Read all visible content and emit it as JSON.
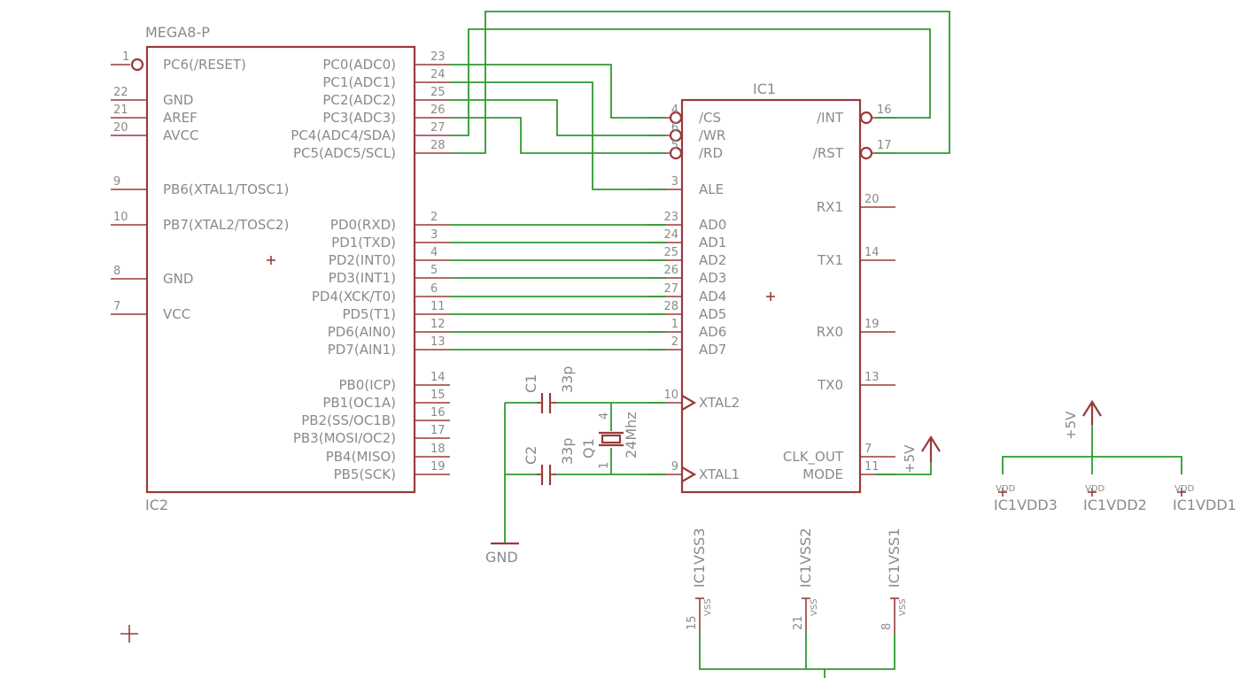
{
  "ic2": {
    "type": "MEGA8-P",
    "name": "IC2",
    "left": [
      {
        "num": "1",
        "label": "PC6(/RESET)",
        "dot": true
      },
      {
        "num": "22",
        "label": "GND"
      },
      {
        "num": "21",
        "label": "AREF"
      },
      {
        "num": "20",
        "label": "AVCC"
      },
      {
        "num": "9",
        "label": "PB6(XTAL1/TOSC1)"
      },
      {
        "num": "10",
        "label": "PB7(XTAL2/TOSC2)"
      },
      {
        "num": "8",
        "label": "GND"
      },
      {
        "num": "7",
        "label": "VCC"
      }
    ],
    "right": [
      {
        "num": "23",
        "label": "PC0(ADC0)"
      },
      {
        "num": "24",
        "label": "PC1(ADC1)"
      },
      {
        "num": "25",
        "label": "PC2(ADC2)"
      },
      {
        "num": "26",
        "label": "PC3(ADC3)"
      },
      {
        "num": "27",
        "label": "PC4(ADC4/SDA)"
      },
      {
        "num": "28",
        "label": "PC5(ADC5/SCL)"
      },
      {
        "num": "2",
        "label": "PD0(RXD)"
      },
      {
        "num": "3",
        "label": "PD1(TXD)"
      },
      {
        "num": "4",
        "label": "PD2(INT0)"
      },
      {
        "num": "5",
        "label": "PD3(INT1)"
      },
      {
        "num": "6",
        "label": "PD4(XCK/T0)"
      },
      {
        "num": "11",
        "label": "PD5(T1)"
      },
      {
        "num": "12",
        "label": "PD6(AIN0)"
      },
      {
        "num": "13",
        "label": "PD7(AIN1)"
      },
      {
        "num": "14",
        "label": "PB0(ICP)"
      },
      {
        "num": "15",
        "label": "PB1(OC1A)"
      },
      {
        "num": "16",
        "label": "PB2(SS/OC1B)"
      },
      {
        "num": "17",
        "label": "PB3(MOSI/OC2)"
      },
      {
        "num": "18",
        "label": "PB4(MISO)"
      },
      {
        "num": "19",
        "label": "PB5(SCK)"
      }
    ]
  },
  "ic1": {
    "name": "IC1",
    "left": [
      {
        "num": "4",
        "label": "/CS",
        "dot": true
      },
      {
        "num": "6",
        "label": "/WR",
        "dot": true
      },
      {
        "num": "5",
        "label": "/RD",
        "dot": true
      },
      {
        "num": "3",
        "label": "ALE"
      },
      {
        "num": "23",
        "label": "AD0"
      },
      {
        "num": "24",
        "label": "AD1"
      },
      {
        "num": "25",
        "label": "AD2"
      },
      {
        "num": "26",
        "label": "AD3"
      },
      {
        "num": "27",
        "label": "AD4"
      },
      {
        "num": "28",
        "label": "AD5"
      },
      {
        "num": "1",
        "label": "AD6"
      },
      {
        "num": "2",
        "label": "AD7"
      },
      {
        "num": "10",
        "label": "XTAL2",
        "clk": true
      },
      {
        "num": "9",
        "label": "XTAL1",
        "clk": true
      }
    ],
    "right": [
      {
        "num": "16",
        "label": "/INT",
        "dot": true
      },
      {
        "num": "17",
        "label": "/RST",
        "dot": true
      },
      {
        "num": "20",
        "label": "RX1"
      },
      {
        "num": "14",
        "label": "TX1"
      },
      {
        "num": "19",
        "label": "RX0"
      },
      {
        "num": "13",
        "label": "TX0"
      },
      {
        "num": "7",
        "label": "CLK_OUT"
      },
      {
        "num": "11",
        "label": "MODE"
      }
    ]
  },
  "components": {
    "c1_name": "C1",
    "c1_value": "33p",
    "c2_name": "C2",
    "c2_value": "33p",
    "q1_name": "Q1",
    "q1_value": "24Mhz",
    "q1_pin_top": "4",
    "q1_pin_bottom": "1",
    "gnd": "GND",
    "supply_mode": "+5V",
    "supply_vdd": "+5V"
  },
  "vdd": [
    {
      "pin": "VDD",
      "name": "IC1VDD3"
    },
    {
      "pin": "VDD",
      "name": "IC1VDD2"
    },
    {
      "pin": "VDD",
      "name": "IC1VDD1"
    }
  ],
  "vss": [
    {
      "name": "IC1VSS3",
      "num": "15",
      "pin": "VSS"
    },
    {
      "name": "IC1VSS2",
      "num": "21",
      "pin": "VSS"
    },
    {
      "name": "IC1VSS1",
      "num": "8",
      "pin": "VSS"
    }
  ]
}
